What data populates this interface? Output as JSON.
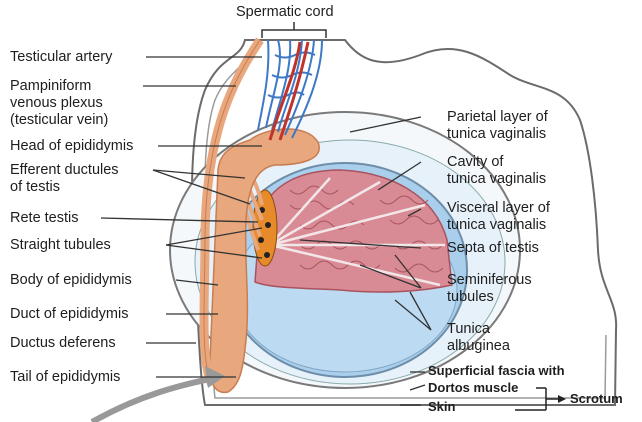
{
  "labels": {
    "spermatic_cord": "Spermatic cord",
    "testicular_artery": "Testicular artery",
    "pampiniform_1": "Pampiniform",
    "pampiniform_2": "venous plexus",
    "pampiniform_3": "(testicular vein)",
    "head_epididymis": "Head of epididymis",
    "efferent_1": "Efferent ductules",
    "efferent_2": "of testis",
    "rete_testis": "Rete testis",
    "straight_tubules": "Straight tubules",
    "body_epididymis": "Body of epididymis",
    "duct_epididymis": "Duct of epididymis",
    "ductus_deferens": "Ductus deferens",
    "tail_epididymis": "Tail of epididymis",
    "parietal_1": "Parietal layer of",
    "parietal_2": "tunica vaginalis",
    "cavity_1": "Cavity of",
    "cavity_2": "tunica vaginalis",
    "visceral_1": "Visceral layer of",
    "visceral_2": "tunica vaginalis",
    "septa": "Septa of testis",
    "seminiferous_1": "Seminiferous",
    "seminiferous_2": "tubules",
    "tunica_alb_1": "Tunica",
    "tunica_alb_2": "albuginea",
    "superficial_1": "Superficial fascia with",
    "superficial_2": "Dortos muscle",
    "skin": "Skin",
    "scrotum": "Scrotum"
  },
  "colors": {
    "epididymis": "#e8a77d",
    "epididymis_dark": "#c97d52",
    "tubules": "#d98b95",
    "tubules_dark": "#a9535f",
    "cavity_blue": "#cfe5f4",
    "albuginea_blue": "#a9cfec",
    "vein_blue": "#3d79c6",
    "artery_red": "#c0332b",
    "outline": "#555555",
    "rete": "#e68a2a"
  }
}
